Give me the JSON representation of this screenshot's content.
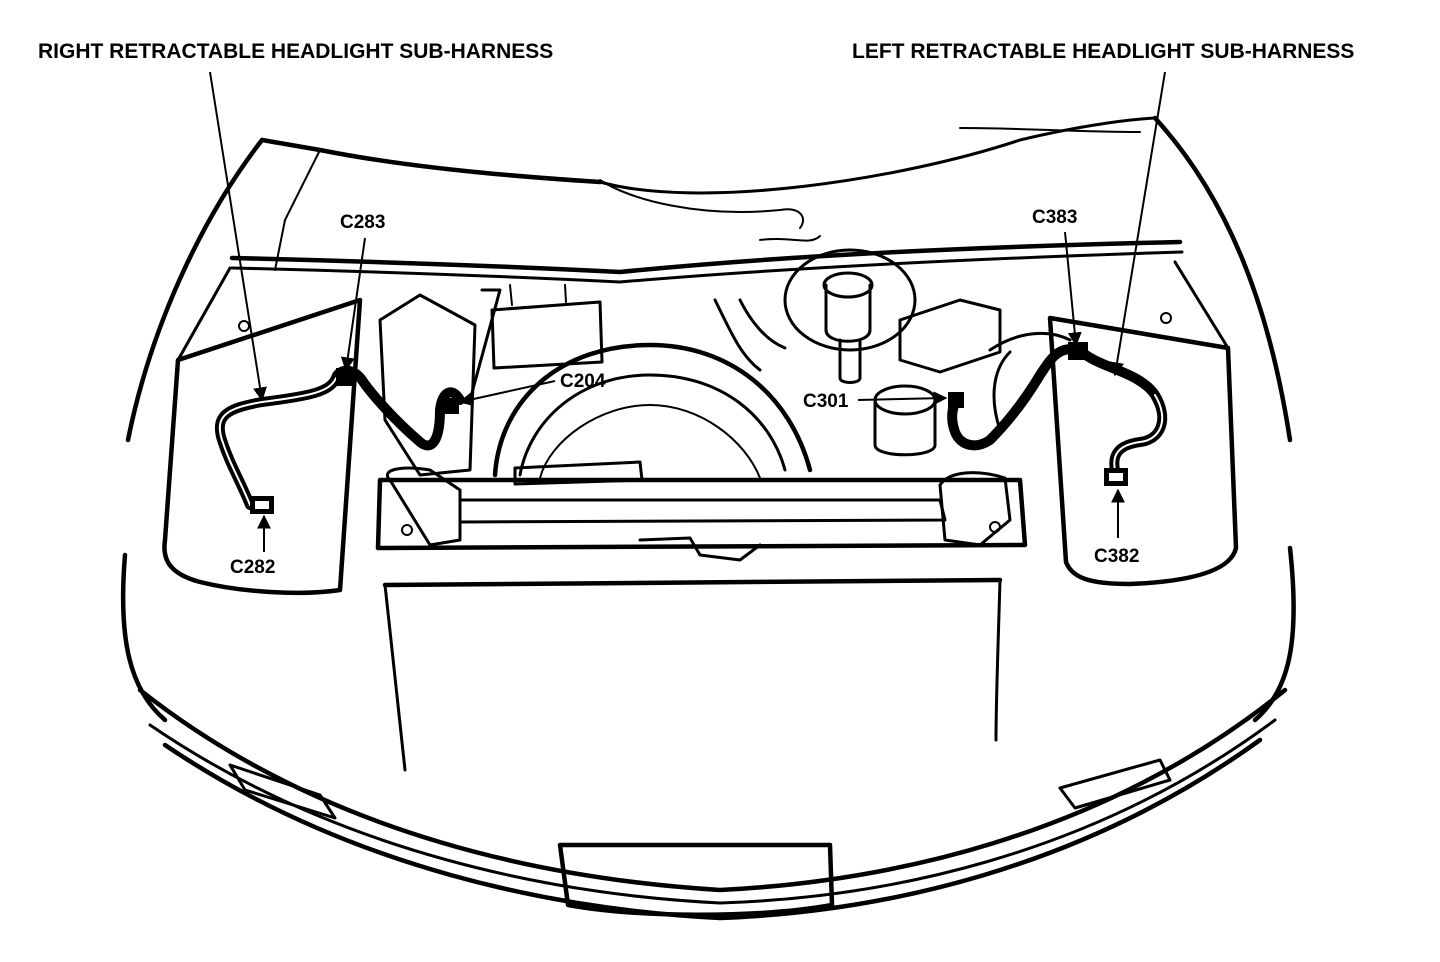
{
  "labels": {
    "right_subharness": "RIGHT RETRACTABLE HEADLIGHT SUB-HARNESS",
    "left_subharness": "LEFT RETRACTABLE HEADLIGHT SUB-HARNESS",
    "c283": "C283",
    "c204": "C204",
    "c282": "C282",
    "c301": "C301",
    "c383": "C383",
    "c382": "C382"
  }
}
